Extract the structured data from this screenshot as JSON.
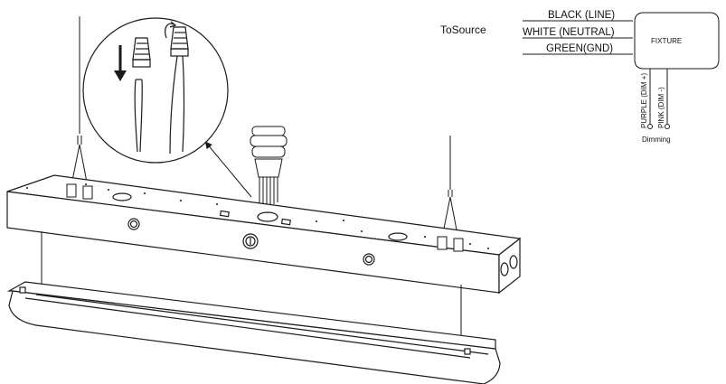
{
  "wiring": {
    "source_label": "ToSource",
    "wires": [
      "BLACK (LINE)",
      "WHITE (NEUTRAL)",
      "GREEN(GND)"
    ],
    "fixture_label": "FIXTURE",
    "dim_wires": [
      "PURPLE (DIM +)",
      "PINK (DIM -)"
    ],
    "dimming_label": "Dimming"
  },
  "colors": {
    "line": "#1a1a1a",
    "background": "#ffffff"
  },
  "icons": [
    "arrow-down-icon",
    "rotate-icon",
    "wire-nut-icon"
  ]
}
